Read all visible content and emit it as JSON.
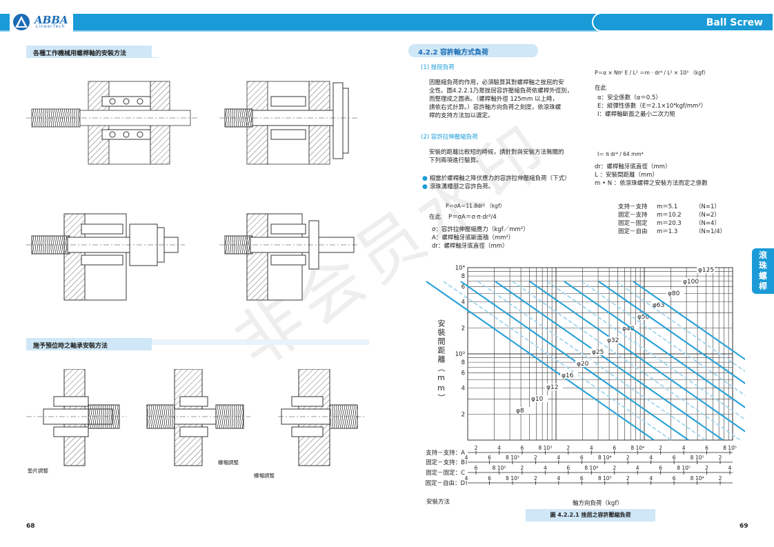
{
  "header": {
    "logo_text": "ABBA",
    "logo_sub": "LinearTech",
    "section_title": "Ball Screw"
  },
  "left": {
    "section1_title": "各種工作機械用螺桿軸的安裝方法",
    "section2_title": "施予預位時之軸承安裝方法",
    "labels": {
      "shim": "墊片調整",
      "nut1": "螺帽調整",
      "nut2": "螺帽調整"
    },
    "page_number": "68"
  },
  "right": {
    "section_title": "4.2.2 容許軸方式負荷",
    "sub1_title": "(1) 挫屈負荷",
    "sub1_body": [
      "因壓縮負荷的作用，必須驗算其對螺桿軸之挫屈的安",
      "全性。圖4.2.2.1乃是挫屈容許壓縮負荷依螺桿外徑別，",
      "而整理成之圖表。（螺桿軸外徑 125mm 以上時，",
      "請依右式計算。）容許軸方向負荷之刻度，依滾珠螺",
      "桿的支持方法加以選定。"
    ],
    "formula1": "P＝α × Nπ² E / L² ＝m · dr⁴ / L² × 10³ （kgf）",
    "where1_title": "在此",
    "where1": [
      "α：安全係數（α＝0.5）",
      "E：縱彈性係數（E＝2.1×10⁴kgf/mm²）",
      "I：螺桿軸斷面之最小二次力矩"
    ],
    "inertia": "I＝ π dr⁴ / 64 mm⁴",
    "where2": [
      "dr：螺桿軸牙底直徑（mm）",
      "L ：安裝間距離（mm）",
      "m • N ：依滾珠螺桿之安裝方法而定之係數"
    ],
    "sub2_title": "(2) 容許拉伸壓縮負荷",
    "sub2_body": [
      "安裝的距離比較短的時候，請針對與安裝方法無關的",
      "下列兩項進行驗算。"
    ],
    "bullets": [
      "相當於螺桿軸之降伏應力的容許拉伸壓縮負荷（下式）",
      "滾珠溝槽部之容許負荷。"
    ],
    "formula2": "P＝σA＝11.8dr² （kgf）",
    "where3_title": "在此",
    "formula3": "P＝σA＝σ·π·dr²/4",
    "where3": [
      "σ：容許拉伸壓縮應力（kgf／mm²）",
      "A：螺桿軸牙底斷面積（mm²）",
      "dr：螺桿軸牙底直徑（mm）"
    ],
    "support_table": [
      {
        "method": "支持－支持",
        "m": "m＝5.1",
        "n": "（N=1）"
      },
      {
        "method": "固定－支持",
        "m": "m＝10.2",
        "n": "（N=2）"
      },
      {
        "method": "固定－固定",
        "m": "m＝20.3",
        "n": "（N=4）"
      },
      {
        "method": "固定－自由",
        "m": "m＝1.3",
        "n": "（N=1/4）"
      }
    ],
    "chart_caption": "圖 4.2.2.1 挫屈之容許壓縮負荷",
    "page_number": "69"
  },
  "side_tab": [
    "滾",
    "珠",
    "螺",
    "桿"
  ],
  "watermark": "非会员水印",
  "chart_data": {
    "type": "line",
    "ylabel": "安裝間距離（mm）",
    "xlabel": "軸方向負荷（kgf）",
    "x_method_label": "安裝方法",
    "y_ticks": [
      "10⁴",
      "8",
      "6",
      "4",
      "2",
      "10³",
      "8",
      "6",
      "4",
      "2"
    ],
    "y_log_scale": true,
    "y_range_mm": [
      100,
      10000
    ],
    "x_log_scale": true,
    "scales": [
      {
        "label": "支持－支持：A",
        "ticks": [
          "2",
          "4",
          "6",
          "8 10³",
          "2",
          "4",
          "6",
          "8 10⁴",
          "2",
          "4",
          "6",
          "8 10⁵"
        ]
      },
      {
        "label": "固定－支持：B",
        "ticks": [
          "4",
          "6",
          "8 10³",
          "2",
          "4",
          "6",
          "8 10⁴",
          "2",
          "4",
          "6",
          "8 10⁵",
          "2"
        ]
      },
      {
        "label": "固定－固定：C",
        "ticks": [
          "6",
          "8 10³",
          "2",
          "4",
          "6",
          "8 10⁴",
          "2",
          "4",
          "6",
          "8 10⁵",
          "2",
          "4"
        ]
      },
      {
        "label": "固定－自由：D",
        "ticks": [
          "4",
          "6",
          "8 10²",
          "2",
          "4",
          "6",
          "8 10³",
          "2",
          "4",
          "6",
          "8 10⁴",
          "2"
        ]
      }
    ],
    "series": [
      {
        "name": "φ8"
      },
      {
        "name": "φ10"
      },
      {
        "name": "φ12"
      },
      {
        "name": "φ16"
      },
      {
        "name": "φ20"
      },
      {
        "name": "φ25"
      },
      {
        "name": "φ32"
      },
      {
        "name": "φ40"
      },
      {
        "name": "φ50"
      },
      {
        "name": "φ63"
      },
      {
        "name": "φ80"
      },
      {
        "name": "φ100"
      },
      {
        "name": "φ125"
      }
    ]
  }
}
